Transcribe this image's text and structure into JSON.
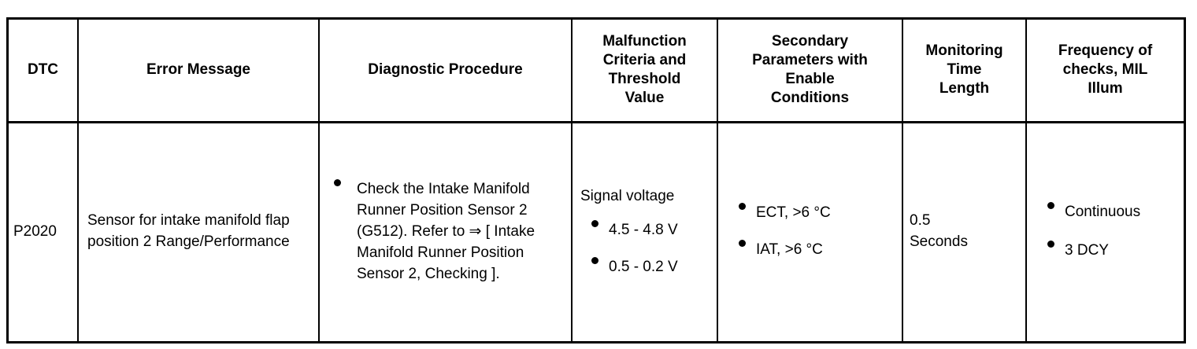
{
  "table": {
    "headers": [
      "DTC",
      "Error Message",
      "Diagnostic Procedure",
      [
        "Malfunction",
        "Criteria and",
        "Threshold",
        "Value"
      ],
      [
        "Secondary",
        "Parameters with",
        "Enable",
        "Conditions"
      ],
      [
        "Monitoring",
        "Time",
        "Length"
      ],
      [
        "Frequency of",
        "checks, MIL",
        "Illum"
      ]
    ],
    "rows": [
      {
        "dtc": "P2020",
        "error_message": "Sensor for intake manifold flap position 2 Range/Performance",
        "diagnostic_procedure": [
          "Check the Intake Manifold Runner Position Sensor 2 (G512). Refer to ⇒ [ Intake Manifold Runner Position Sensor 2, Checking ]."
        ],
        "malfunction_criteria": {
          "title": "Signal voltage",
          "items": [
            "4.5 - 4.8 V",
            "0.5 - 0.2 V"
          ]
        },
        "secondary_parameters": [
          "ECT, >6 °C",
          "IAT, >6 °C"
        ],
        "monitoring_time_length": [
          "0.5",
          "Seconds"
        ],
        "frequency_of_checks": [
          "Continuous",
          "3 DCY"
        ]
      }
    ]
  },
  "colors": {
    "border": "#000000",
    "text": "#000000",
    "background": "#ffffff"
  }
}
